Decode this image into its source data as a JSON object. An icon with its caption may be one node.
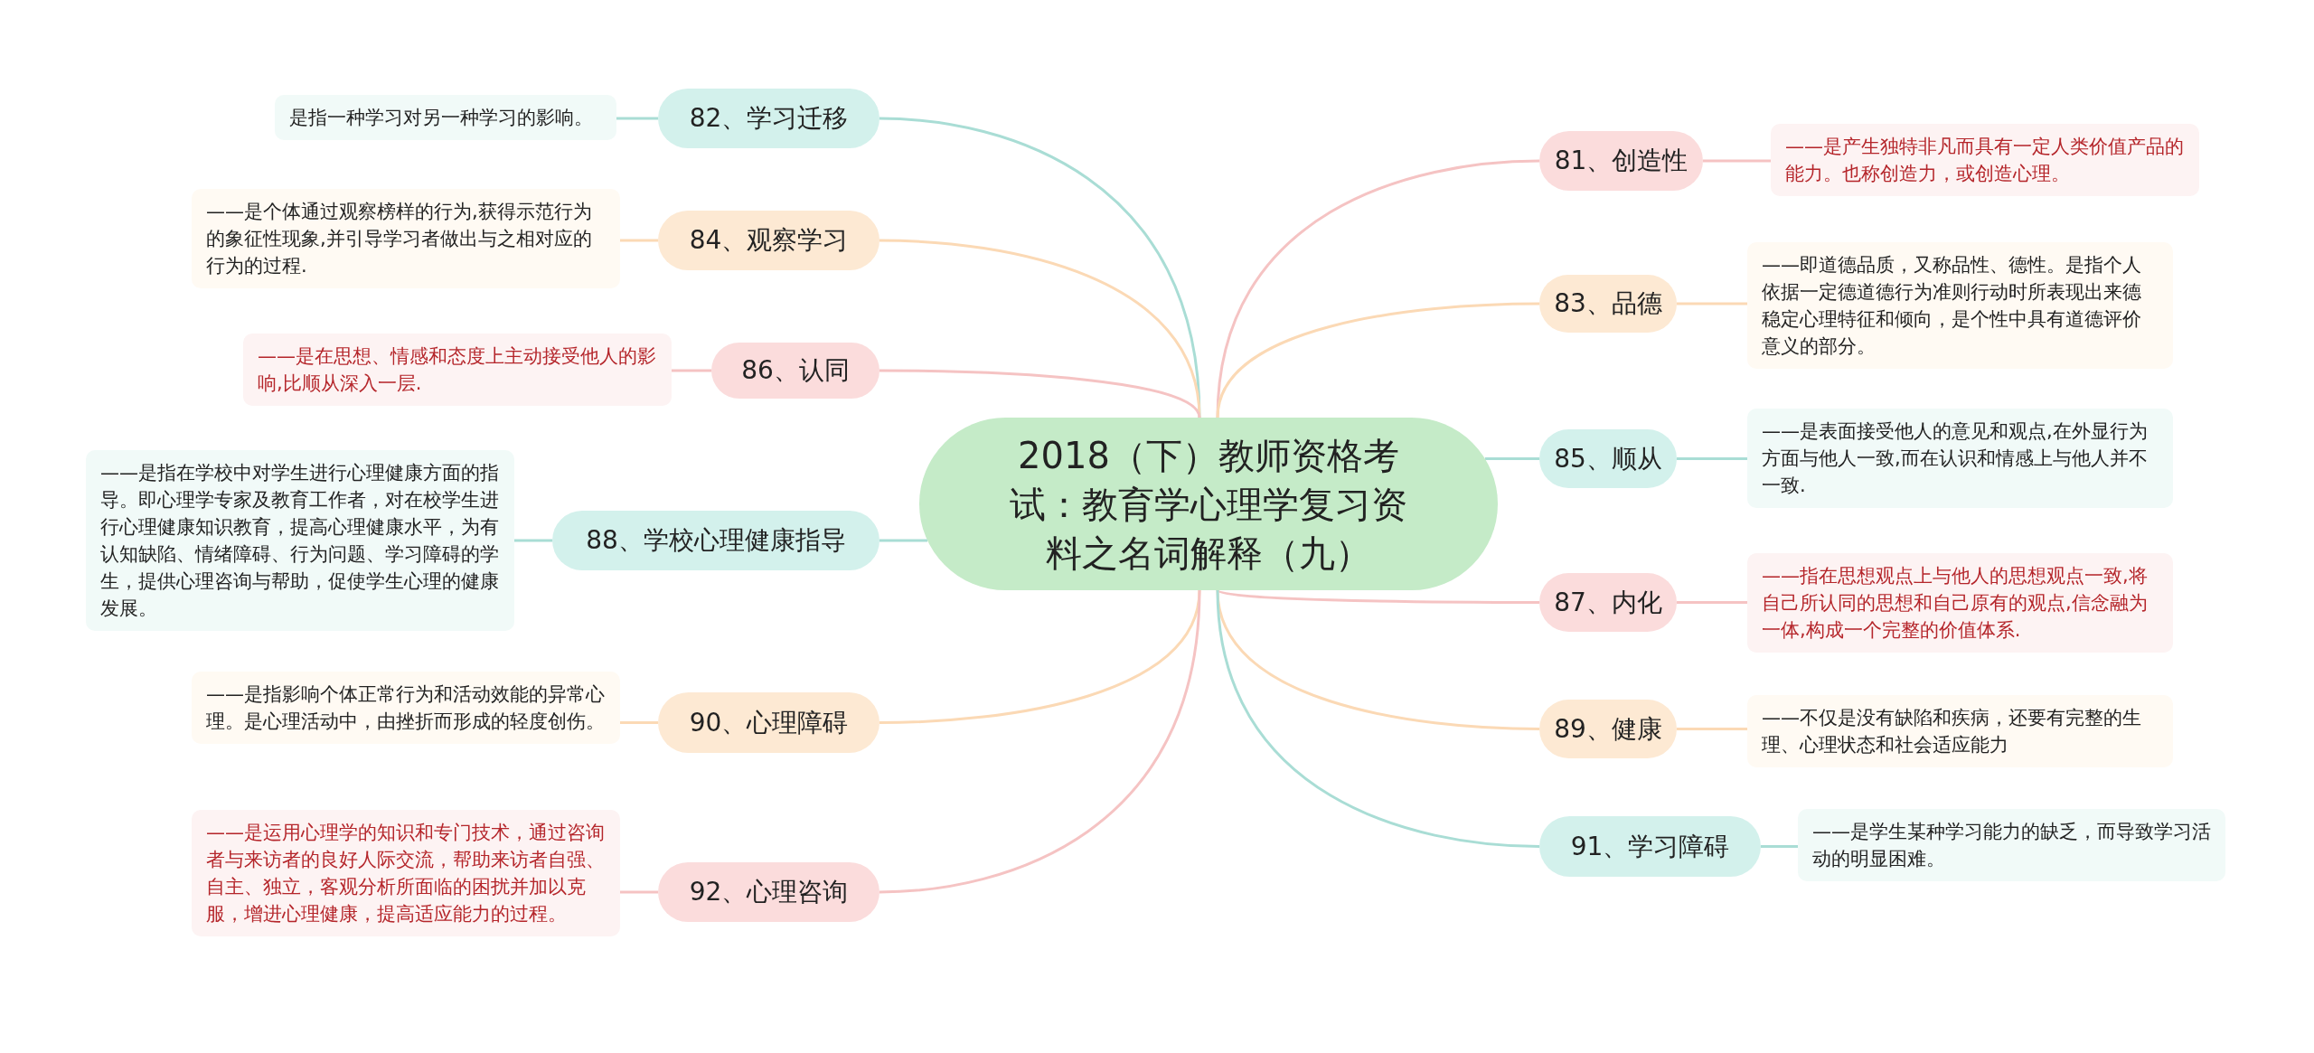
{
  "diagram": {
    "nodes": [
      {
        "text": [
          "2018（下）教师资格考试：教育学心理学复习资料之名词解释（九）"
        ]
      },
      {
        "text": [
          "82、学习迁移"
        ]
      },
      {
        "text": [
          "是指一种学习对另一种学习的影响。"
        ]
      },
      {
        "text": [
          "84、观察学习"
        ]
      },
      {
        "text": [
          "——是个体通过观察榜样的行为,获得示范行为的象征性现象,并引导学习者做出与之相对应的行为的过程."
        ]
      },
      {
        "text": [
          "86、认同"
        ]
      },
      {
        "text": [
          "——是在思想、情感和态度上主动接受他人的影响,比顺从深入一层."
        ]
      },
      {
        "text": [
          "88、学校心理健康指导"
        ]
      },
      {
        "text": [
          "——是指在学校中对学生进行心理健康方面的指导。即心理学专家及教育工作者，对在校学生进行心理健康知识教育，提高心理健康水平，为有认知缺陷、情绪障碍、行为问题、学习障碍的学生，提供心理咨询与帮助，促使学生心理的健康发展。"
        ]
      },
      {
        "text": [
          "90、心理障碍"
        ]
      },
      {
        "text": [
          "——是指影响个体正常行为和活动效能的异常心理。是心理活动中，由挫折而形成的轻度创伤。"
        ]
      },
      {
        "text": [
          "92、心理咨询"
        ]
      },
      {
        "text": [
          "——是运用心理学的知识和专门技术，通过咨询者与来访者的良好人际交流，帮助来访者自强、自主、独立，客观分析所面临的困扰并加以克服，增进心理健康，提高适应能力的过程。"
        ]
      },
      {
        "text": [
          "81、创造性"
        ]
      },
      {
        "text": [
          "——是产生独特非凡而具有一定人类价值产品的能力。也称创造力，或创造心理。"
        ]
      },
      {
        "text": [
          "83、品德"
        ]
      },
      {
        "text": [
          "——即道德品质，又称品性、德性。是指个人依据一定德道德行为准则行动时所表现出来德稳定心理特征和倾向，是个性中具有道德评价意义的部分。"
        ]
      },
      {
        "text": [
          "85、顺从"
        ]
      },
      {
        "text": [
          "——是表面接受他人的意见和观点,在外显行为方面与他人一致,而在认识和情感上与他人并不一致."
        ]
      },
      {
        "text": [
          "87、内化"
        ]
      },
      {
        "text": [
          "——指在思想观点上与他人的思想观点一致,将自己所认同的思想和自己原有的观点,信念融为一体,构成一个完整的价值体系."
        ]
      },
      {
        "text": [
          "89、健康"
        ]
      },
      {
        "text": [
          "——不仅是没有缺陷和疾病，还要有完整的生理、心理状态和社会适应能力"
        ]
      },
      {
        "text": [
          "91、学习障碍"
        ]
      },
      {
        "text": [
          "——是学生某种学习能力的缺乏，而导致学习活动的明显困难。"
        ]
      }
    ],
    "edges": [
      {
        "from": 0,
        "to": 1,
        "arrow": "none",
        "color": "#a9ddd5"
      },
      {
        "from": 1,
        "to": 2,
        "arrow": "none",
        "color": "#a9ddd5"
      },
      {
        "from": 0,
        "to": 3,
        "arrow": "none",
        "color": "#fbd9b5"
      },
      {
        "from": 3,
        "to": 4,
        "arrow": "none",
        "color": "#fbd9b5"
      },
      {
        "from": 0,
        "to": 5,
        "arrow": "none",
        "color": "#f5c3c3"
      },
      {
        "from": 5,
        "to": 6,
        "arrow": "none",
        "color": "#f5c3c3"
      },
      {
        "from": 0,
        "to": 7,
        "arrow": "none",
        "color": "#a9ddd5"
      },
      {
        "from": 7,
        "to": 8,
        "arrow": "none",
        "color": "#a9ddd5"
      },
      {
        "from": 0,
        "to": 9,
        "arrow": "none",
        "color": "#fbd9b5"
      },
      {
        "from": 9,
        "to": 10,
        "arrow": "none",
        "color": "#fbd9b5"
      },
      {
        "from": 0,
        "to": 11,
        "arrow": "none",
        "color": "#f5c3c3"
      },
      {
        "from": 11,
        "to": 12,
        "arrow": "none",
        "color": "#f5c3c3"
      },
      {
        "from": 0,
        "to": 13,
        "arrow": "none",
        "color": "#f5c3c3"
      },
      {
        "from": 13,
        "to": 14,
        "arrow": "none",
        "color": "#f5c3c3"
      },
      {
        "from": 0,
        "to": 15,
        "arrow": "none",
        "color": "#fbd9b5"
      },
      {
        "from": 15,
        "to": 16,
        "arrow": "none",
        "color": "#fbd9b5"
      },
      {
        "from": 0,
        "to": 17,
        "arrow": "none",
        "color": "#a9ddd5"
      },
      {
        "from": 17,
        "to": 18,
        "arrow": "none",
        "color": "#a9ddd5"
      },
      {
        "from": 0,
        "to": 19,
        "arrow": "none",
        "color": "#f5c3c3"
      },
      {
        "from": 19,
        "to": 20,
        "arrow": "none",
        "color": "#f5c3c3"
      },
      {
        "from": 0,
        "to": 21,
        "arrow": "none",
        "color": "#fbd9b5"
      },
      {
        "from": 21,
        "to": 22,
        "arrow": "none",
        "color": "#fbd9b5"
      },
      {
        "from": 0,
        "to": 23,
        "arrow": "none",
        "color": "#a9ddd5"
      },
      {
        "from": 23,
        "to": 24,
        "arrow": "none",
        "color": "#a9ddd5"
      }
    ]
  }
}
